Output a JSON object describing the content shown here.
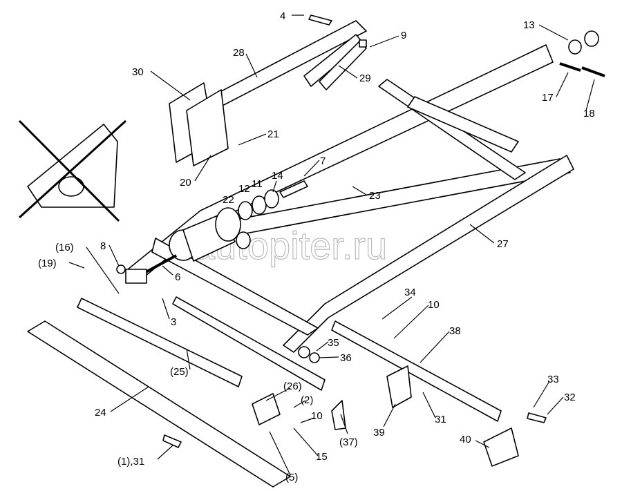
{
  "watermark": "autopiter.ru",
  "labels": {
    "l4": "4",
    "l9": "9",
    "l13": "13",
    "l28": "28",
    "l29": "29",
    "l30": "30",
    "l17": "17",
    "l18": "18",
    "l21": "21",
    "l20": "20",
    "l14": "14",
    "l7": "7",
    "l22": "22",
    "l12": "12",
    "l11": "11",
    "l23": "23",
    "l27": "27",
    "l8": "8",
    "l16": "(16)",
    "l19": "(19)",
    "l6": "6",
    "l3": "3",
    "l34": "34",
    "l10a": "10",
    "l38": "38",
    "l35": "35",
    "l36": "36",
    "l25": "(25)",
    "l24": "24",
    "l26": "(26)",
    "l2": "(2)",
    "l10b": "10",
    "l15": "15",
    "l5": "(5)",
    "l1_31": "(1),31",
    "l37": "(37)",
    "l39": "39",
    "l31": "31",
    "l40": "40",
    "l33": "33",
    "l32": "32"
  }
}
